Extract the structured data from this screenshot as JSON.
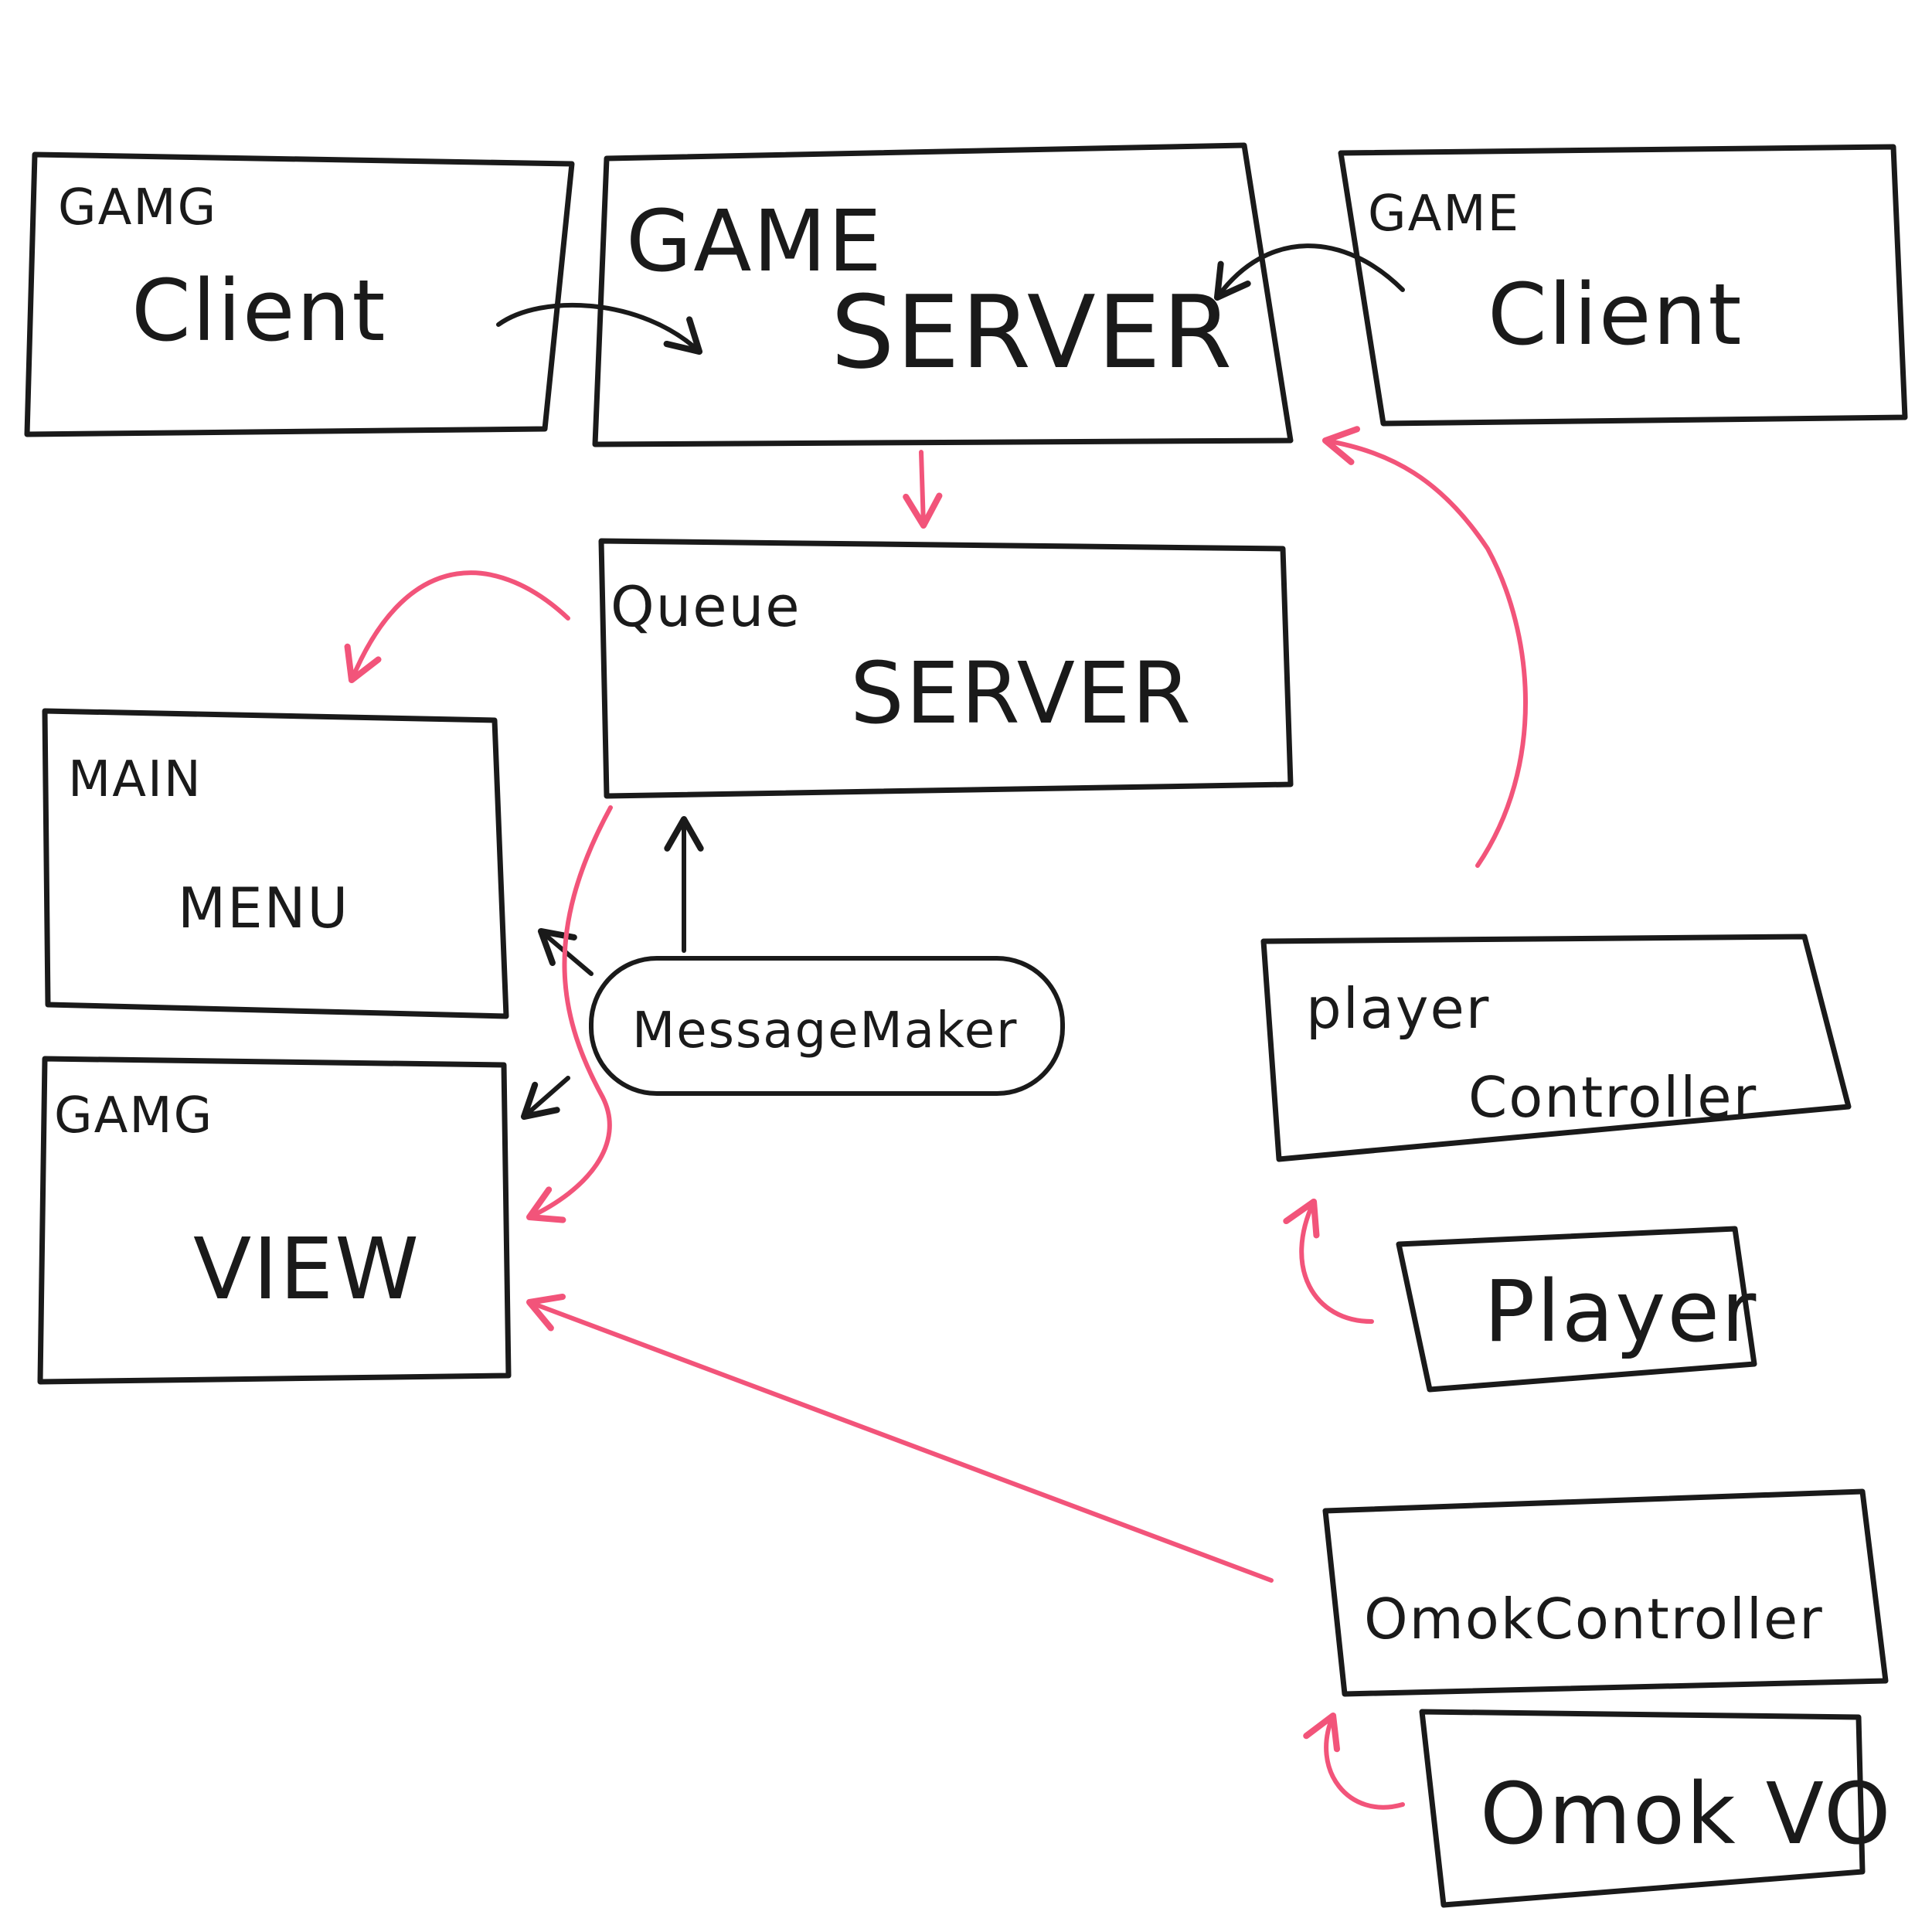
{
  "colors": {
    "ink": "#1a1a1a",
    "accent": "#f2547a"
  },
  "boxes": {
    "game_client_left": {
      "line1": "GAMG",
      "line2": "Client"
    },
    "game_server": {
      "line1": "GAME",
      "line2": "SERVER"
    },
    "game_client_right": {
      "line1": "GAME",
      "line2": "Client"
    },
    "queue_server": {
      "line1": "Queue",
      "line2": "SERVER"
    },
    "main_menu": {
      "line1": "MAIN",
      "line2": "MENU"
    },
    "message_maker": {
      "line1": "MessageMaker"
    },
    "game_view": {
      "line1": "GAMG",
      "line2": "VIEW"
    },
    "player_controller": {
      "line1": "player",
      "line2": "Controller"
    },
    "player": {
      "line1": "Player"
    },
    "omok_controller": {
      "line1": "OmokController"
    },
    "omok_vo": {
      "line1": "Omok VO"
    }
  }
}
